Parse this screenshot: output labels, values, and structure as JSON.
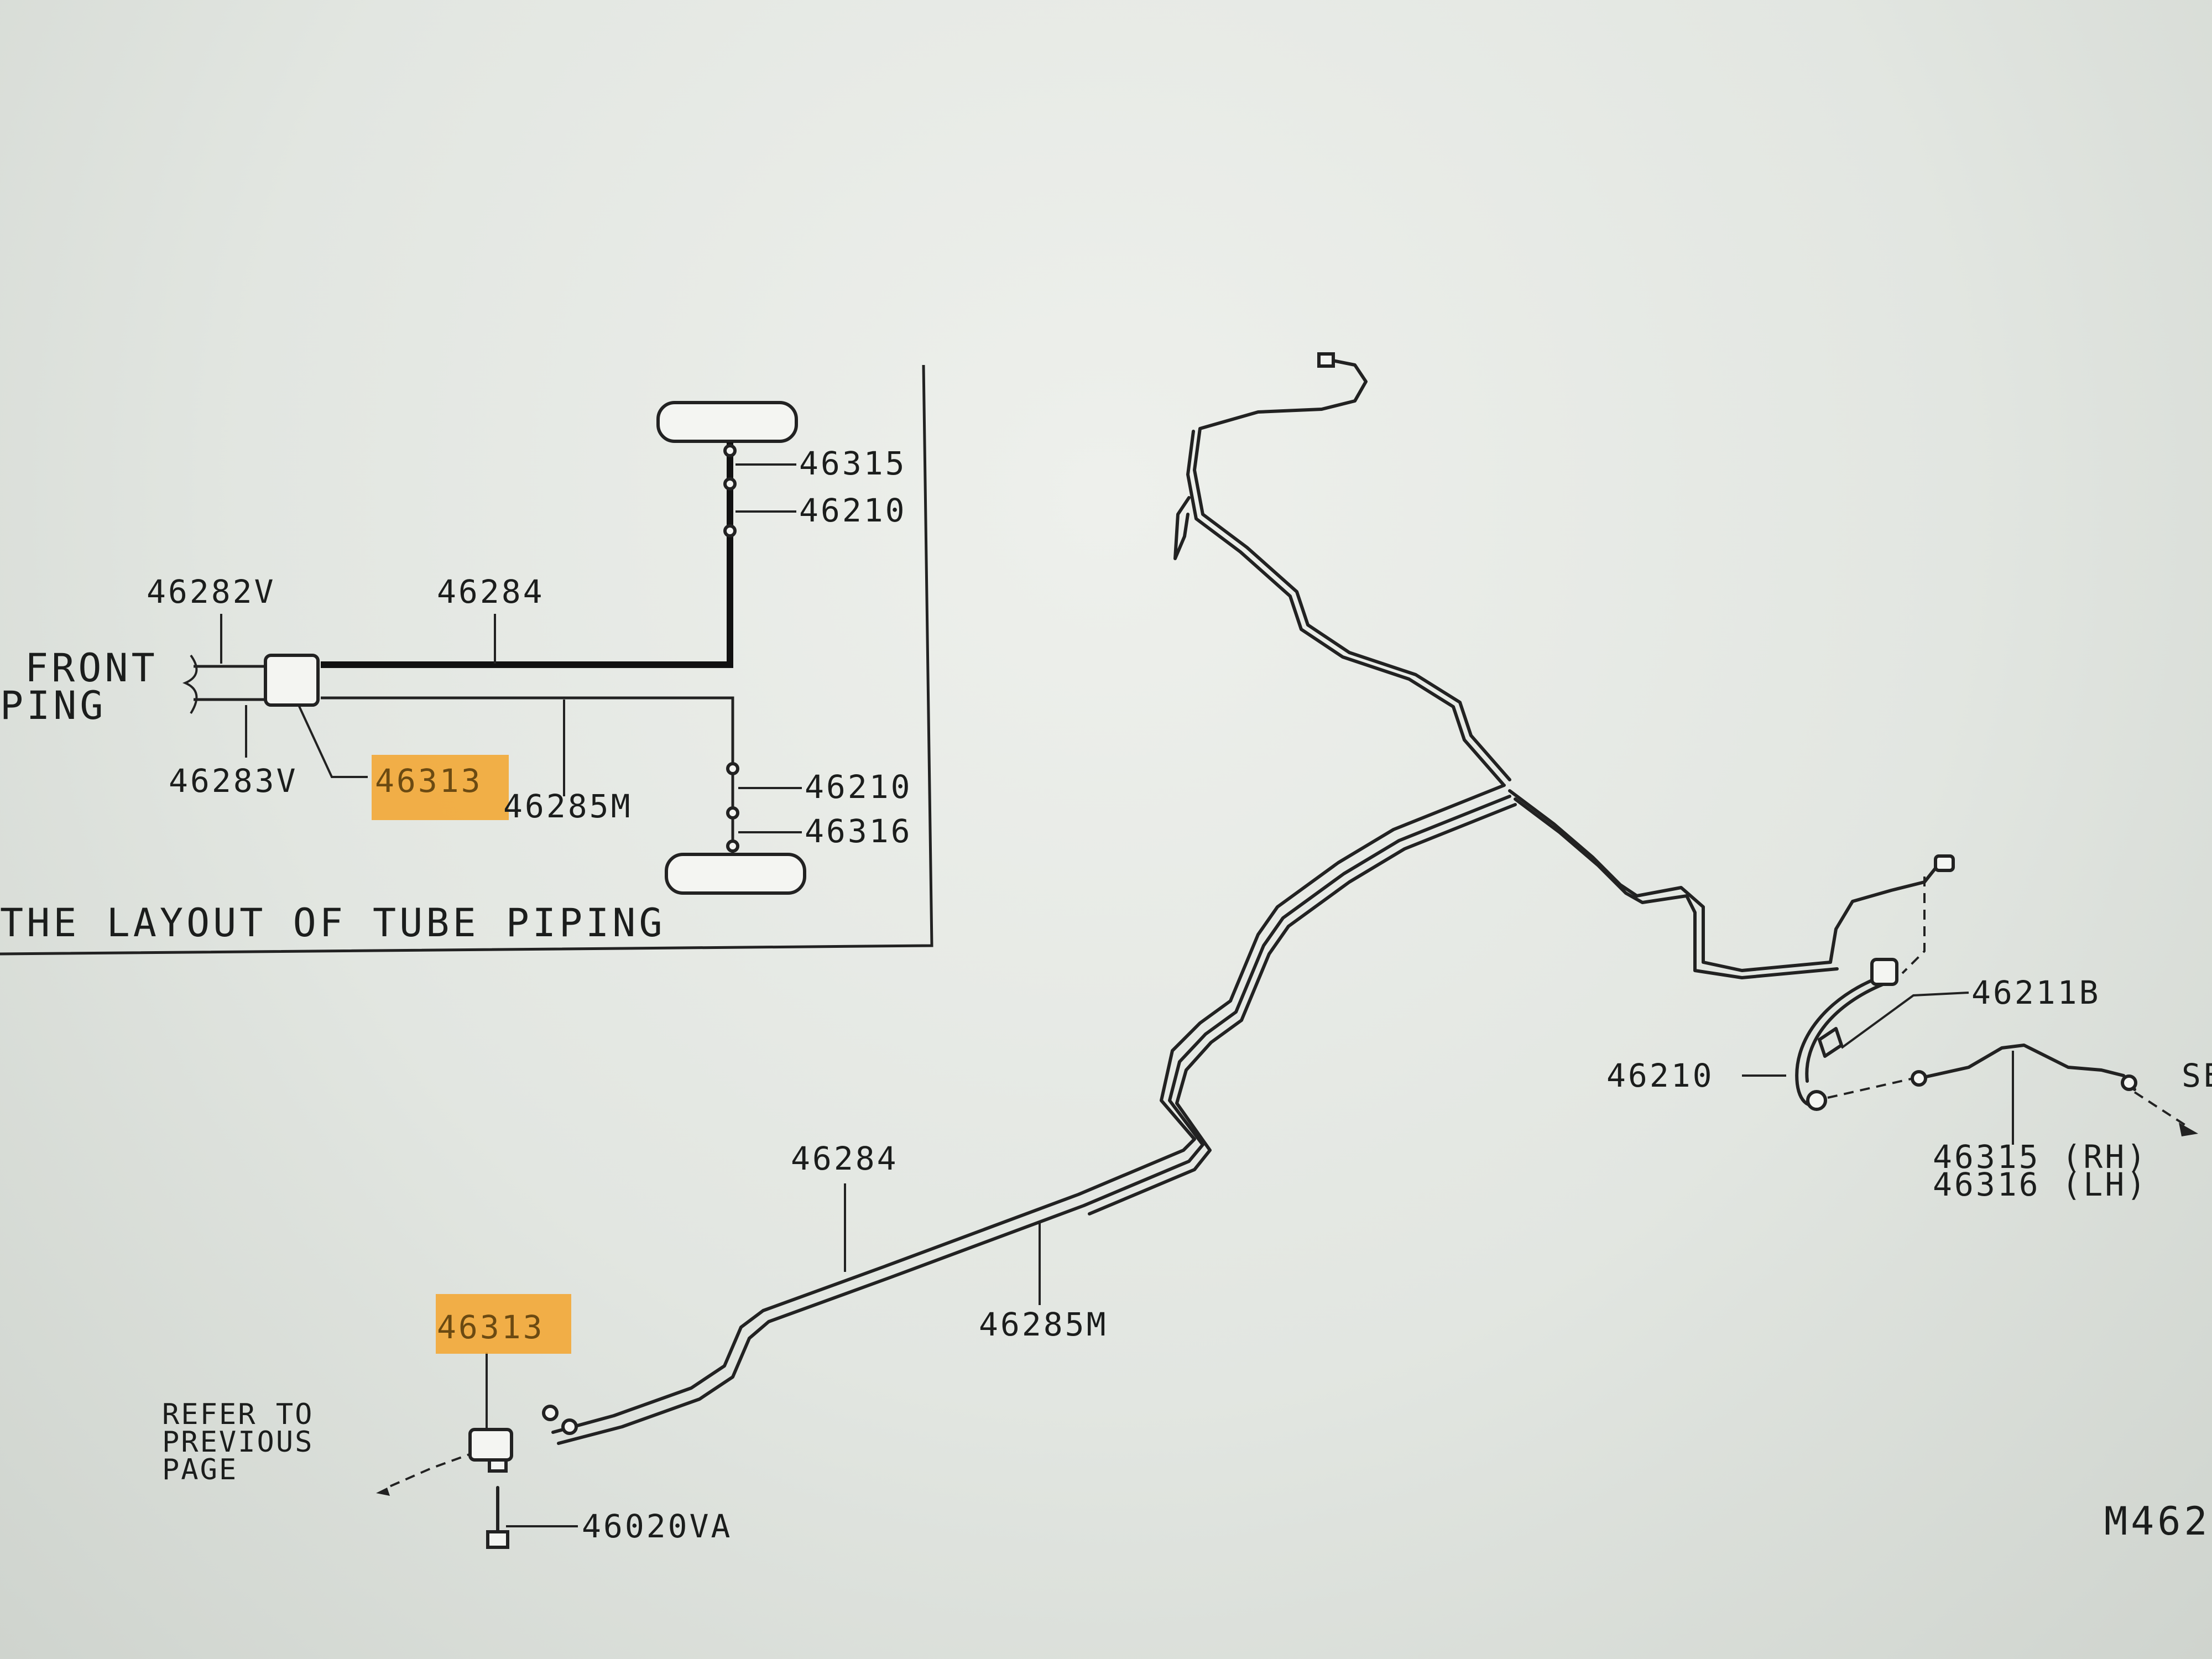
{
  "diagram": {
    "inset": {
      "caption": "THE LAYOUT OF TUBE PIPING",
      "front_label_1": "FRONT",
      "front_label_2": "PING",
      "parts": {
        "p46282v": "46282V",
        "p46284": "46284",
        "p46283v": "46283V",
        "p46313": "46313",
        "p46285m": "46285M",
        "p46315": "46315",
        "p46210_top": "46210",
        "p46210_bottom": "46210",
        "p46316": "46316"
      }
    },
    "main": {
      "parts": {
        "p46284": "46284",
        "p46285m": "46285M",
        "p46313": "46313",
        "p46020va": "46020VA",
        "p46210": "46210",
        "p46211b": "46211B",
        "p46315_rh": "46315 (RH)",
        "p46316_lh": "46316 (LH)",
        "se": "SE"
      },
      "refer_note": [
        "REFER TO",
        "PREVIOUS",
        "PAGE"
      ],
      "figure_code": "M462"
    },
    "colors": {
      "highlight": "#f2a93a",
      "ink": "#1b1d1c",
      "paper": "#e6e9e4"
    }
  }
}
